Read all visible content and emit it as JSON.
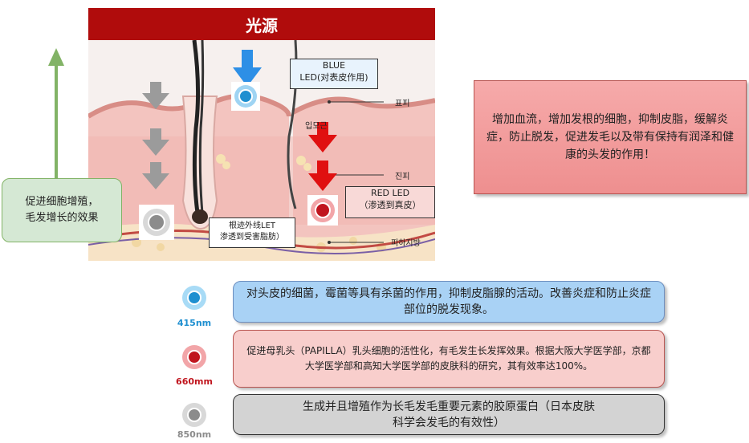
{
  "diagram": {
    "title": "光源",
    "blue_label_line1": "BLUE",
    "blue_label_line2": "LED(对表皮作用)",
    "red_label_line1": "RED LED",
    "red_label_line2": "（渗透到真皮）",
    "ir_label_line1": "根迹外线LET",
    "ir_label_line2": "渗透到受害脂肪）",
    "layer_epidermis": "표피",
    "layer_follicle": "입모근",
    "layer_dermis": "진피",
    "layer_subcutis": "피하지방"
  },
  "left_callout": {
    "line1": "促进细胞增殖，",
    "line2": "毛发增长的效果"
  },
  "right_callout": {
    "text": "增加血流，增加发根的细胞，抑制皮脂，缓解炎症，防止脱发，促进发毛以及带有保持有润泽和健康的头发的作用！"
  },
  "wavelengths": [
    {
      "label": "415nm",
      "color": "#1e8fd0",
      "text": "对头皮的细菌，霉菌等具有杀菌的作用，抑制皮脂腺的活动。改善炎症和防止炎症部位的脱发现象。"
    },
    {
      "label": "660mm",
      "color": "#c0151e",
      "text": "促进母乳头（PAPILLA）乳头细胞的活性化，有毛发生长发挥效果。根据大阪大学医学部，京都大学医学部和高知大学医学部的皮肤科的研究，其有效率达100%。"
    },
    {
      "label": "850nm",
      "color": "#8c8c8c",
      "text": "生成并且增殖作为长毛发毛重要元素的胶原蛋白（日本皮肤科学会发毛的有效性）"
    }
  ],
  "colors": {
    "title_bg": "#b00c0c",
    "blue_arrow": "#2d8fe6",
    "red_arrow": "#e01010",
    "gray_arrow": "#9b9b9b",
    "green_arrow": "#82b366",
    "left_callout_bg": "#d5e8d4",
    "right_callout_bg": "#f29a9a",
    "blue_box_bg": "#a9d2f5",
    "red_box_bg": "#f8cecc",
    "gray_box_bg": "#d3d3d3"
  }
}
